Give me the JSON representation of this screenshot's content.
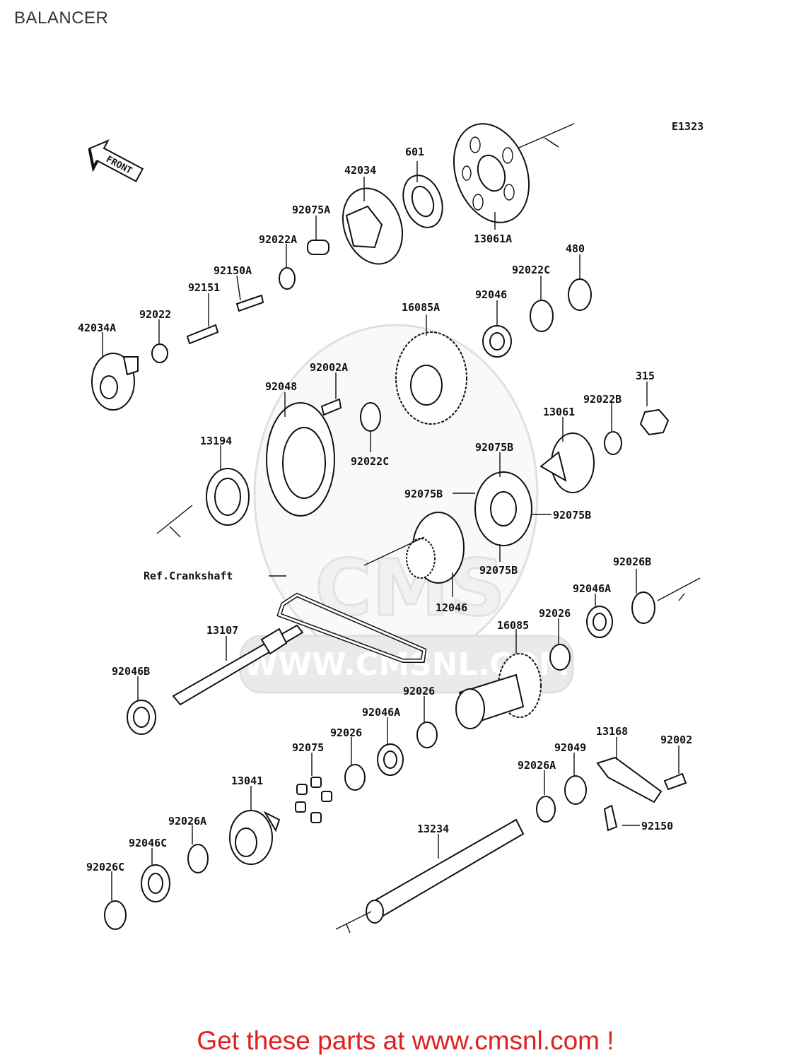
{
  "title": "BALANCER",
  "figure_code": "E1323",
  "front_arrow_label": "FRONT",
  "watermark_text": "WWW.CMSNL.COM",
  "watermark_logo": "CMS",
  "crankshaft_ref": "Ref.Crankshaft",
  "footer": "Get these parts at www.cmsnl.com !",
  "labels": {
    "p601": "601",
    "p42034": "42034",
    "p92075A": "92075A",
    "p13061A": "13061A",
    "p92022A": "92022A",
    "p480": "480",
    "p92150A": "92150A",
    "p92022C": "92022C",
    "p92151": "92151",
    "p92046": "92046",
    "p92022": "92022",
    "p16085A": "16085A",
    "p42034A": "42034A",
    "p92002A": "92002A",
    "p92048": "92048",
    "p315": "315",
    "p92022B": "92022B",
    "p13061": "13061",
    "p13194": "13194",
    "p92022C_b": "92022C",
    "p92075B_top": "92075B",
    "p92075B_left": "92075B",
    "p92075B_right": "92075B",
    "p92075B_bottom": "92075B",
    "p12046": "12046",
    "p92026B": "92026B",
    "p92046A": "92046A",
    "p92026_a": "92026",
    "p16085": "16085",
    "p13107": "13107",
    "p92046B": "92046B",
    "p92026_b": "92026",
    "p92046A_b": "92046A",
    "p92026_c": "92026",
    "p92075": "92075",
    "p13168": "13168",
    "p92002": "92002",
    "p92049": "92049",
    "p92026A": "92026A",
    "p13041": "13041",
    "p92150": "92150",
    "p92026A_b": "92026A",
    "p13234": "13234",
    "p92046C": "92046C",
    "p92026C": "92026C"
  }
}
